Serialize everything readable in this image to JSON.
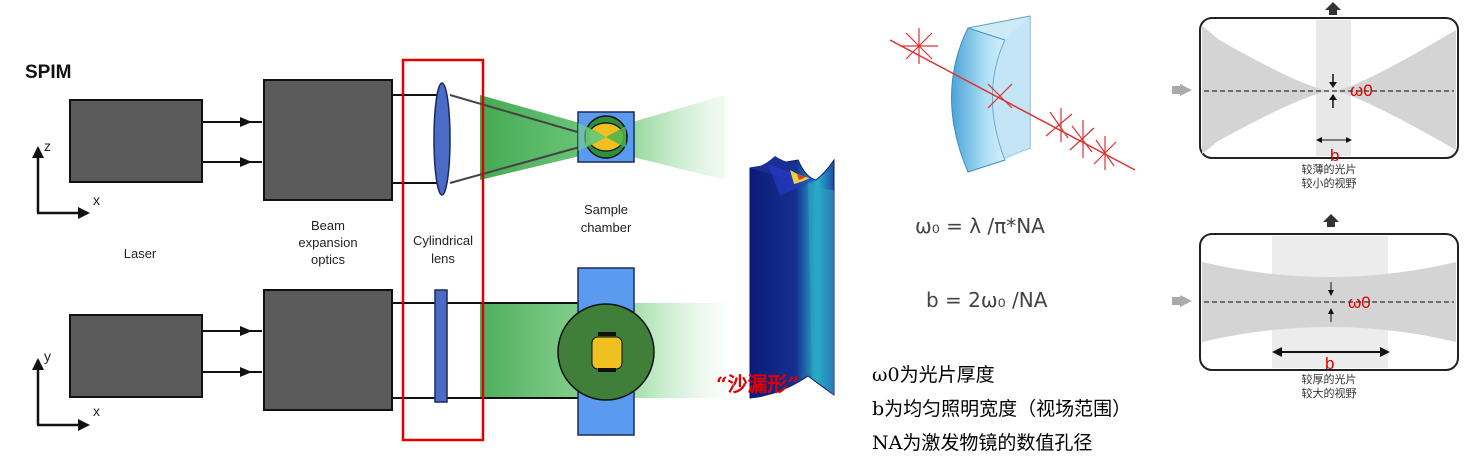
{
  "spim_diagram": {
    "title": "SPIM",
    "laser_label": "Laser",
    "beam_expansion_label_lines": [
      "Beam",
      "expansion",
      "optics"
    ],
    "cylindrical_lens_label_lines": [
      "Cylindrical",
      "lens"
    ],
    "sample_chamber_label_lines": [
      "Sample",
      "chamber"
    ],
    "hourglass_label": "“沙漏形”",
    "top_view_axes": {
      "vertical": "z",
      "horizontal": "x"
    },
    "bottom_view_axes": {
      "vertical": "y",
      "horizontal": "x"
    }
  },
  "formulas": {
    "omega": "ω₀ = λ /π*NA",
    "b": "b = 2ω₀ /NA"
  },
  "notes": [
    "ω0为光片厚度",
    "b为均匀照明宽度（视场范围）",
    "NA为激发物镜的数值孔径"
  ],
  "sheet_panels": {
    "top": {
      "omega_label": "ω0",
      "b_label": "b",
      "caption_lines": [
        "较薄的光片",
        "较小的视野"
      ]
    },
    "bottom": {
      "omega_label": "ω0",
      "b_label": "b",
      "caption_lines": [
        "较厚的光片",
        "较大的视野"
      ]
    }
  },
  "colors": {
    "highlight_red": "#e00000",
    "lens_blue": "#4a6cc6",
    "chamber_blue": "#5b9bef",
    "beam_green": "#58c26a",
    "block_gray": "#5a5a5a"
  }
}
